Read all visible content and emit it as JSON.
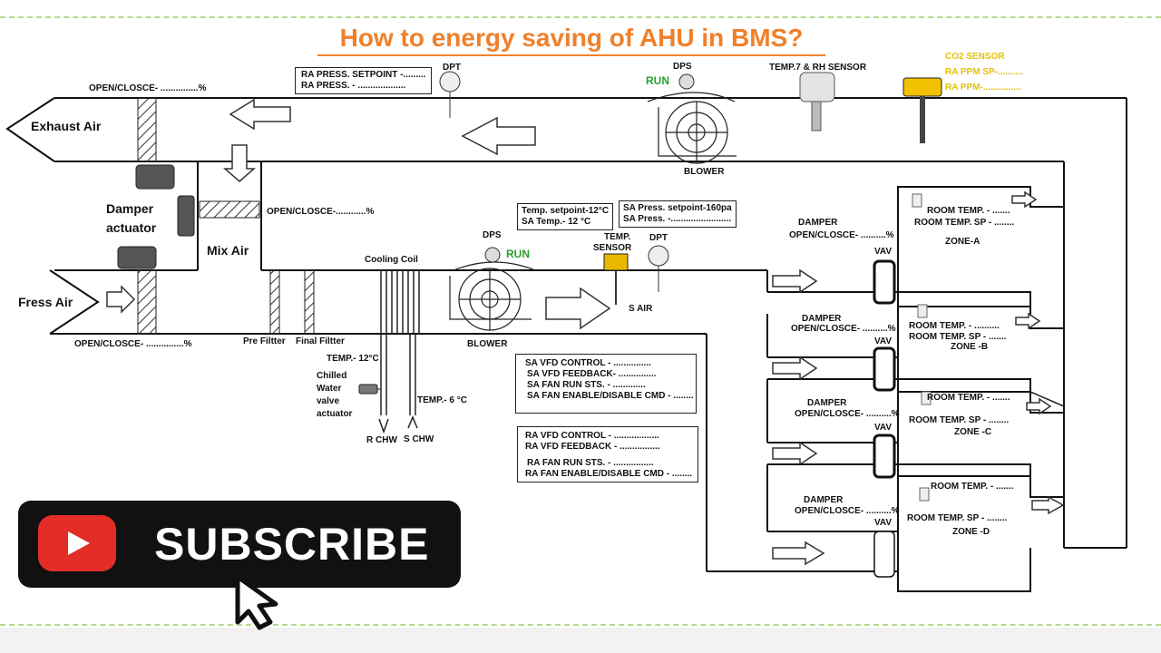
{
  "title": "How to energy saving of AHU in BMS?",
  "airs": {
    "exhaust": "Exhaust Air",
    "fresh": "Fress Air",
    "mix": "Mix Air",
    "supply": "S AIR"
  },
  "dampers": {
    "top": "OPEN/CLOSCE- ...............%",
    "mid": "OPEN/CLOSCE-............%",
    "bottom": "OPEN/CLOSCE- ...............%",
    "actuator_label_1": "Damper",
    "actuator_label_2": "actuator"
  },
  "ra_press": {
    "setpoint": "RA PRESS. SETPOINT -.........",
    "value": "RA PRESS. - ..................."
  },
  "devices": {
    "dpt_top": "DPT",
    "dps_top": "DPS",
    "run_top": "RUN",
    "blower_top": "BLOWER",
    "temp_rh": "TEMP.7 & RH SENSOR",
    "co2": "CO2 SENSOR",
    "ra_ppm_sp": "RA PPM SP-..........",
    "ra_ppm": "RA PPM-...............",
    "dps_mid": "DPS",
    "run_mid": "RUN",
    "blower_mid": "BLOWER",
    "temp_sensor_1": "TEMP.",
    "temp_sensor_2": "SENSOR",
    "dpt_mid": "DPT",
    "cooling_coil": "Cooling Coil",
    "pre_filter": "Pre Filtter",
    "final_filter": "Final Filtter",
    "temp_12": "TEMP.- 12°C",
    "temp_6": "TEMP.- 6 °C",
    "chw_1": "Chilled",
    "chw_2": "Water",
    "chw_3": "valve",
    "chw_4": "actuator",
    "rchw": "R CHW",
    "schw": "S CHW"
  },
  "sa_temp_box": {
    "line1": "Temp. setpoint-12°C",
    "line2": "SA Temp.-  12 °C"
  },
  "sa_press_box": {
    "line1": "SA Press. setpoint-160pa",
    "line2": "SA Press. -........................"
  },
  "sa_vfd_box": {
    "line1": "SA VFD CONTROL - ...............",
    "line2": "SA VFD FEEDBACK- ...............",
    "line3": "SA FAN RUN STS. - .............",
    "line4": "SA FAN ENABLE/DISABLE CMD - ........"
  },
  "ra_vfd_box": {
    "line1": "RA VFD CONTROL - ..................",
    "line2": "RA VFD FEEDBACK - ................",
    "line3": "RA FAN RUN STS. - ................",
    "line4": "RA FAN ENABLE/DISABLE CMD - ........"
  },
  "zones": [
    {
      "damper": "DAMPER",
      "open": "OPEN/CLOSCE- ..........%",
      "vav": "VAV",
      "room_temp": "ROOM TEMP. - .......",
      "room_sp": "ROOM TEMP. SP - ........",
      "zone": "ZONE-A"
    },
    {
      "damper": "DAMPER",
      "open": "OPEN/CLOSCE- ..........%",
      "vav": "VAV",
      "room_temp": "ROOM TEMP. - ..........",
      "room_sp": "ROOM TEMP. SP - .......",
      "zone": "ZONE -B"
    },
    {
      "damper": "DAMPER",
      "open": "OPEN/CLOSCE- ..........%",
      "vav": "VAV",
      "room_temp": "ROOM TEMP. - .......",
      "room_sp": "ROOM TEMP. SP - ........",
      "zone": "ZONE -C"
    },
    {
      "damper": "DAMPER",
      "open": "OPEN/CLOSCE- ..........%",
      "vav": "VAV",
      "room_temp": "ROOM TEMP. - .......",
      "room_sp": "ROOM TEMP. SP - ........",
      "zone": "ZONE -D"
    }
  ],
  "subscribe": {
    "label": "SUBSCRIBE"
  }
}
